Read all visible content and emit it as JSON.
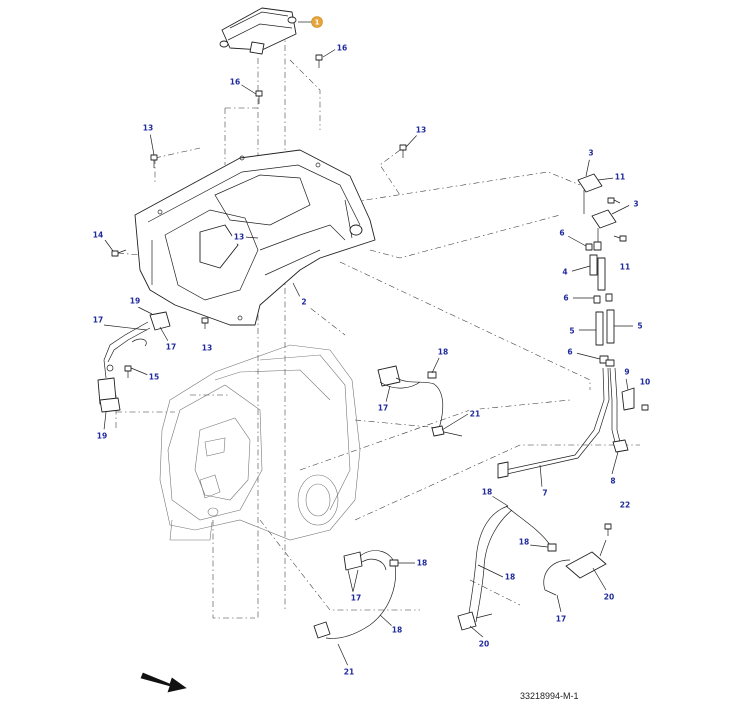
{
  "callouts": [
    {
      "id": "c-1",
      "label": "1",
      "highlight": true
    },
    {
      "id": "c-16a",
      "label": "16"
    },
    {
      "id": "c-16b",
      "label": "16"
    },
    {
      "id": "c-13a",
      "label": "13"
    },
    {
      "id": "c-13b",
      "label": "13"
    },
    {
      "id": "c-13c",
      "label": "13"
    },
    {
      "id": "c-13d",
      "label": "13"
    },
    {
      "id": "c-14",
      "label": "14"
    },
    {
      "id": "c-2",
      "label": "2"
    },
    {
      "id": "c-19a",
      "label": "19"
    },
    {
      "id": "c-17a",
      "label": "17"
    },
    {
      "id": "c-17b",
      "label": "17"
    },
    {
      "id": "c-15",
      "label": "15"
    },
    {
      "id": "c-19b",
      "label": "19"
    },
    {
      "id": "c-18a",
      "label": "18"
    },
    {
      "id": "c-17c",
      "label": "17"
    },
    {
      "id": "c-21a",
      "label": "21"
    },
    {
      "id": "c-3a",
      "label": "3"
    },
    {
      "id": "c-11a",
      "label": "11"
    },
    {
      "id": "c-3b",
      "label": "3"
    },
    {
      "id": "c-6a",
      "label": "6"
    },
    {
      "id": "c-11b",
      "label": "11"
    },
    {
      "id": "c-4",
      "label": "4"
    },
    {
      "id": "c-6b",
      "label": "6"
    },
    {
      "id": "c-5a",
      "label": "5"
    },
    {
      "id": "c-5b",
      "label": "5"
    },
    {
      "id": "c-6c",
      "label": "6"
    },
    {
      "id": "c-9",
      "label": "9"
    },
    {
      "id": "c-10",
      "label": "10"
    },
    {
      "id": "c-8",
      "label": "8"
    },
    {
      "id": "c-7",
      "label": "7"
    },
    {
      "id": "c-18b",
      "label": "18"
    },
    {
      "id": "c-22",
      "label": "22"
    },
    {
      "id": "c-18c",
      "label": "18"
    },
    {
      "id": "c-18d",
      "label": "18"
    },
    {
      "id": "c-18e",
      "label": "18"
    },
    {
      "id": "c-17d",
      "label": "17"
    },
    {
      "id": "c-20a",
      "label": "20"
    },
    {
      "id": "c-17e",
      "label": "17"
    },
    {
      "id": "c-18f",
      "label": "18"
    },
    {
      "id": "c-20b",
      "label": "20"
    },
    {
      "id": "c-21b",
      "label": "21"
    }
  ],
  "reference_code": "33218994-M-1"
}
